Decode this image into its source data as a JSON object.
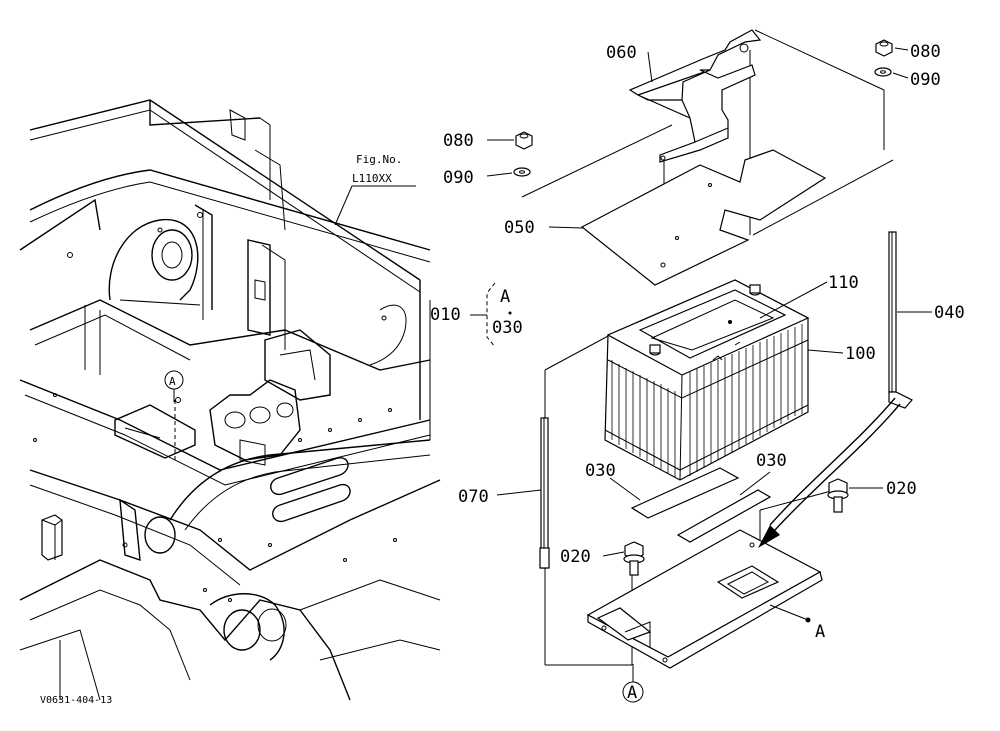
{
  "figure": {
    "code": "V0631-404-13",
    "fig_no_label": "Fig.No.",
    "fig_no_value": "L110XX"
  },
  "parts": {
    "p060": "060",
    "p080_right": "080",
    "p090_right": "090",
    "p080_left": "080",
    "p090_left": "090",
    "p050": "050",
    "p110": "110",
    "p040": "040",
    "p100": "100",
    "p010": "010",
    "p030_group": "030",
    "p070": "070",
    "p030_a": "030",
    "p030_b": "030",
    "p020_right": "020",
    "p020_left": "020"
  },
  "refs": {
    "ref_a_group": "A",
    "ref_a_frame": "A",
    "ref_a_bottom": "A",
    "ref_a_tray": "A"
  }
}
